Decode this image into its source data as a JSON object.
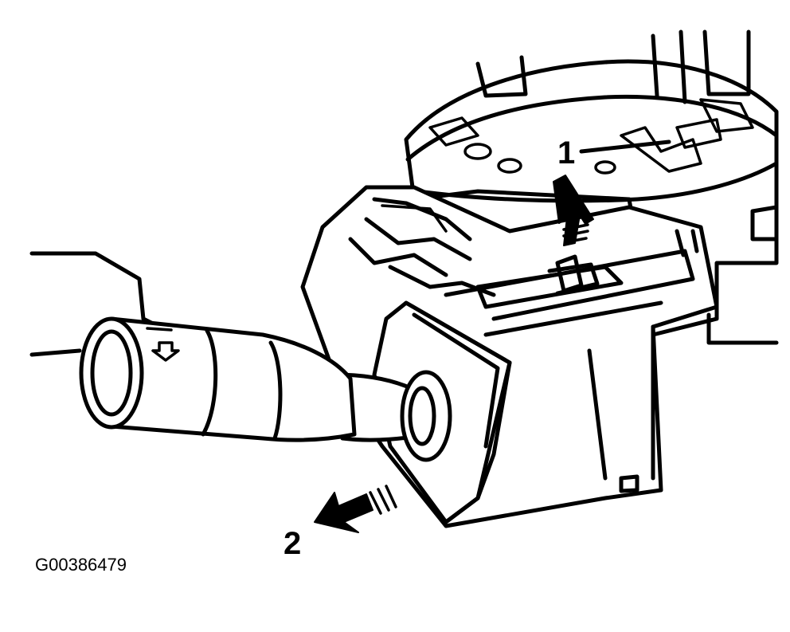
{
  "figure": {
    "figure_id": "G00386479",
    "callouts": [
      {
        "label": "1",
        "meaning-icon": "arrow-up-icon"
      },
      {
        "label": "2",
        "meaning-icon": "arrow-down-left-icon"
      }
    ]
  }
}
